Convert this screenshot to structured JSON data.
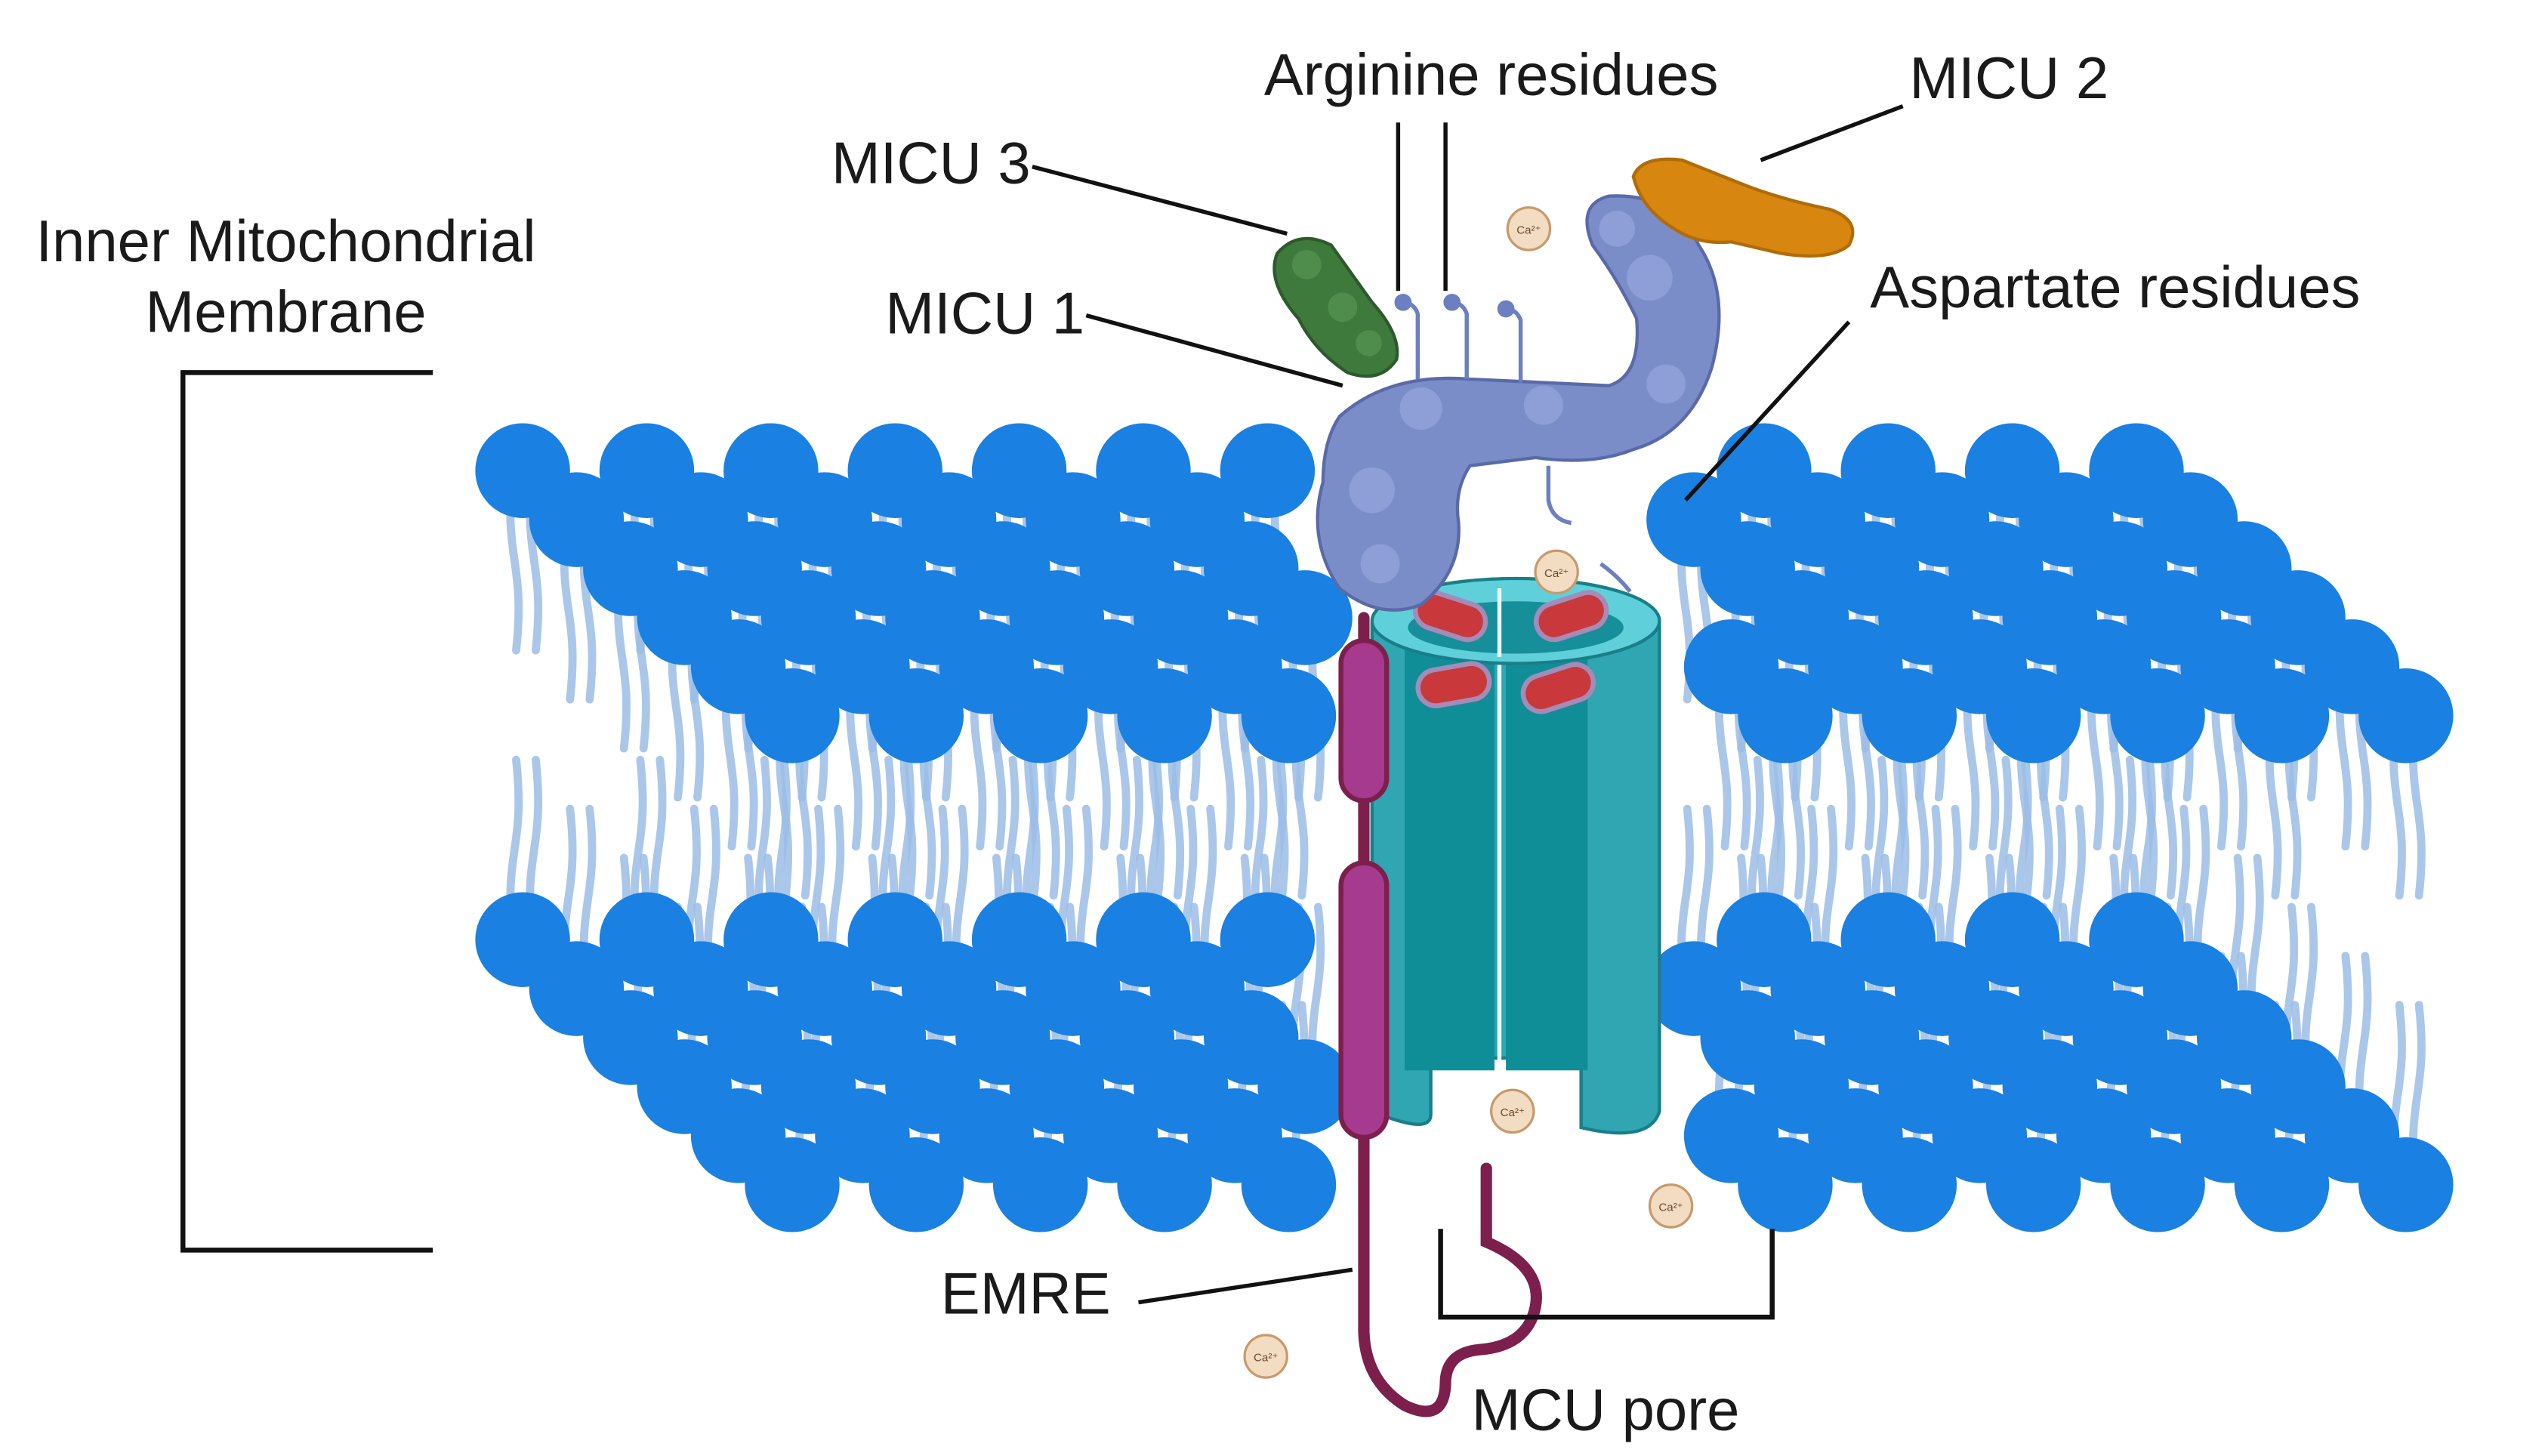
{
  "figure": {
    "membrane_label_line1": "Inner Mitochondrial",
    "membrane_label_line2": "Membrane",
    "labels": {
      "arginine": "Arginine residues",
      "micu2": "MICU 2",
      "micu3": "MICU 3",
      "micu1": "MICU 1",
      "aspartate": "Aspartate residues",
      "emre": "EMRE",
      "mcu_pore": "MCU pore"
    },
    "calcium_ion_label": "Ca²⁺"
  },
  "colors": {
    "lipid_head": "#1a80e2",
    "lipid_tail": "#9bbde6",
    "micu1": "#7b8dc9",
    "micu2": "#d7860f",
    "micu3": "#3f7a3d",
    "mcu_pore": "#2aa8b4",
    "emre": "#a63a8e",
    "aspartate": "#c9383a",
    "calcium": "#f2dcc2"
  }
}
